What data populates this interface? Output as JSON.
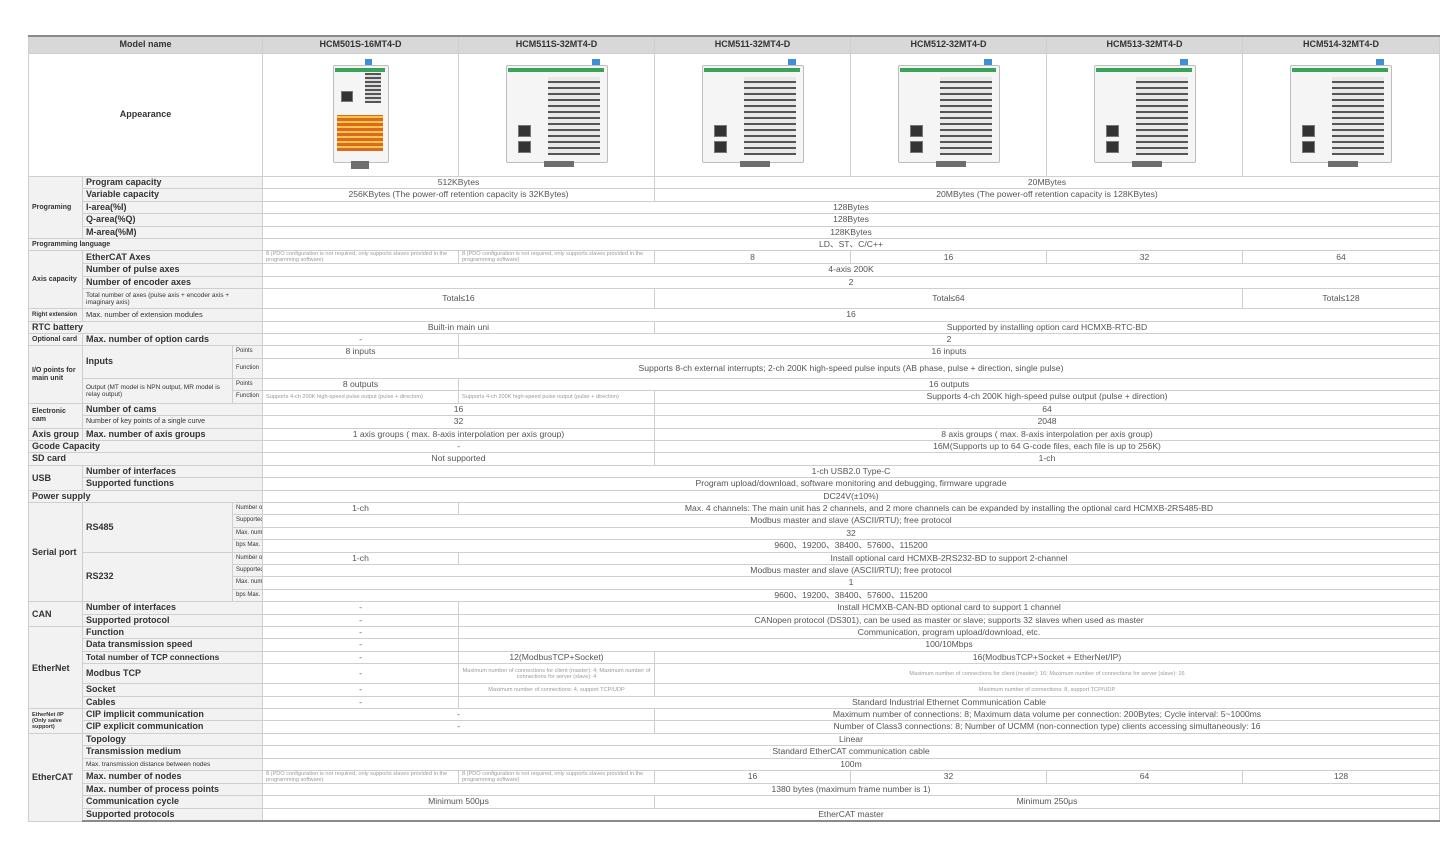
{
  "header": {
    "model_name": "Model name",
    "models": [
      "HCM501S-16MT4-D",
      "HCM511S-32MT4-D",
      "HCM511-32MT4-D",
      "HCM512-32MT4-D",
      "HCM513-32MT4-D",
      "HCM514-32MT4-D"
    ]
  },
  "appearance": {
    "label": "Appearance"
  },
  "groups": {
    "programing": "Programing",
    "prog_lang": "Programming language",
    "axis": "Axis capacity",
    "right_ext": "Right extension",
    "rtc": "RTC battery",
    "optional": "Optional card",
    "io": "I/O points for main unit",
    "ecam": "Electronic cam",
    "axis_group": "Axis group",
    "gcode": "Gcode Capacity",
    "sd": "SD card",
    "usb": "USB",
    "power": "Power supply",
    "serial": "Serial port",
    "can": "CAN",
    "ethernet": "EtherNet",
    "enip": "EtherNet /IP (Only salve support)",
    "ethercat": "EtherCAT"
  },
  "rows": {
    "program_capacity": {
      "label": "Program capacity",
      "a": "512KBytes",
      "b": "20MBytes"
    },
    "variable_capacity": {
      "label": "Variable capacity",
      "a": "256KBytes (The power-off retention capacity is 32KBytes)",
      "b": "20MBytes (The power-off retention capacity is 128KBytes)"
    },
    "i_area": {
      "label": "I-area(%I)",
      "v": "128Bytes"
    },
    "q_area": {
      "label": "Q-area(%Q)",
      "v": "128Bytes"
    },
    "m_area": {
      "label": "M-area(%M)",
      "v": "128KBytes"
    },
    "prog_lang": {
      "v": "LD、ST、C/C++"
    },
    "ethercat_axes": {
      "label": "EtherCAT Axes",
      "note": "8 (PDO configuration is not required, only supports slaves provided in the programming software)",
      "v3": "8",
      "v4": "16",
      "v5": "32",
      "v6": "64"
    },
    "pulse_axes": {
      "label": "Number of pulse axes",
      "v": "4-axis 200K"
    },
    "encoder_axes": {
      "label": "Number of encoder axes",
      "v": "2"
    },
    "total_axes": {
      "label": "Total number of axes (pulse axis + encoder axis + imaginary axis)",
      "a": "Total≤16",
      "b": "Total≤64",
      "c": "Total≤128"
    },
    "ext_modules": {
      "label": "Max. number of extension modules",
      "v": "16"
    },
    "rtc": {
      "a": "Built-in main uni",
      "b": "Supported by installing option card HCMXB-RTC-BD"
    },
    "option_cards": {
      "label": "Max. number of option cards",
      "a": "-",
      "b": "2"
    },
    "inputs": {
      "label": "Inputs",
      "points": "Points",
      "function": "Function",
      "pa": "8 inputs",
      "pb": "16 inputs",
      "f": "Supports 8-ch external interrupts; 2-ch 200K high-speed pulse inputs (AB phase, pulse + direction, single pulse)"
    },
    "outputs": {
      "label": "Output (MT model is NPN output, MR model is relay output)",
      "points": "Points",
      "function": "Function",
      "pa": "8 outputs",
      "pb": "16 outputs",
      "fa": "Supports 4-ch 200K high-speed pulse output (pulse + direction)",
      "fb": "Supports 4-ch 200K high-speed pulse output (pulse + direction)"
    },
    "cams": {
      "label": "Number of cams",
      "a": "16",
      "b": "64"
    },
    "key_points": {
      "label": "Number of key points of a single curve",
      "a": "32",
      "b": "2048"
    },
    "axis_groups": {
      "label": "Max. number of axis groups",
      "a": "1 axis groups ( max. 8-axis interpolation per axis group)",
      "b": "8 axis groups ( max. 8-axis interpolation per axis group)"
    },
    "gcode": {
      "a": "-",
      "b": "16M(Supports up to 64 G-code files, each file is up to 256K)"
    },
    "sd": {
      "a": "Not supported",
      "b": "1-ch"
    },
    "usb_if": {
      "label": "Number of interfaces",
      "v": "1-ch USB2.0 Type-C"
    },
    "usb_fn": {
      "label": "Supported functions",
      "v": "Program upload/download, software monitoring and debugging, firmware upgrade"
    },
    "power": {
      "v": "DC24V(±10%)"
    },
    "rs485": {
      "label": "RS485",
      "if_label": "Number of interfaces",
      "if_a": "1-ch",
      "if_b": "Max. 4 channels: The main unit has 2 channels, and 2 more channels can be expanded by installing the optional card HCMXB-2RS485-BD",
      "proto_label": "Supported protocol",
      "proto": "Modbus master and slave (ASCII/RTU); free protocol",
      "slaves_label": "Max. number of slaves",
      "slaves": "32",
      "bps_label": "bps Max. number of slaves",
      "bps": "9600、19200、38400、57600、115200"
    },
    "rs232": {
      "label": "RS232",
      "if_label": "Number of interfaces",
      "if_a": "1-ch",
      "if_b": "Install optional card HCMXB-2RS232-BD to support 2-channel",
      "proto_label": "Supported protocol",
      "proto": "Modbus master and slave (ASCII/RTU); free protocol",
      "slaves_label": "Max. number of slaves",
      "slaves": "1",
      "bps_label": "bps Max. number of slaves",
      "bps": "9600、19200、38400、57600、115200"
    },
    "can_if": {
      "label": "Number of interfaces",
      "a": "-",
      "b": "Install HCMXB-CAN-BD optional card to support 1 channel"
    },
    "can_proto": {
      "label": "Supported protocol",
      "a": "-",
      "b": "CANopen protocol (DS301), can be used as master or slave; supports 32 slaves when used as master"
    },
    "eth_fn": {
      "label": "Function",
      "a": "-",
      "b": "Communication, program upload/download, etc."
    },
    "eth_speed": {
      "label": "Data transmission speed",
      "a": "-",
      "b": "100/10Mbps"
    },
    "eth_tcp": {
      "label": "Total number of TCP connections",
      "a": "-",
      "b": "12(ModbusTCP+Socket)",
      "c": "16(ModbusTCP+Socket + EtherNet/IP)"
    },
    "modbus_tcp": {
      "label": "Modbus TCP",
      "a": "-",
      "b": "Maximum number of connections for client (master): 4; Maximum number of connections for server (slave): 4",
      "c": "Maximum number of connections for client (master): 16; Maximum number of connections for server (slave): 16"
    },
    "socket": {
      "label": "Socket",
      "a": "-",
      "b": "Maximum number of connections: 4, support TCP/UDP",
      "c": "Maximum number of connections: 8, support TCP/UDP"
    },
    "cables": {
      "label": "Cables",
      "a": "-",
      "b": "Standard Industrial Ethernet Communication Cable"
    },
    "cip_imp": {
      "label": "CIP implicit communication",
      "a": "-",
      "b": "Maximum number of connections: 8; Maximum data volume per connection: 200Bytes; Cycle interval: 5~1000ms"
    },
    "cip_exp": {
      "label": "CIP explicit communication",
      "a": "-",
      "b": "Number of Class3 connections: 8; Number of UCMM (non-connection type) clients accessing simultaneously: 16"
    },
    "topology": {
      "label": "Topology",
      "v": "Linear"
    },
    "medium": {
      "label": "Transmission medium",
      "v": "Standard EtherCAT communication cable"
    },
    "distance": {
      "label": "Max. transmission distance between nodes",
      "v": "100m"
    },
    "nodes": {
      "label": "Max. number of nodes",
      "note": "8 (PDO configuration is not required, only supports slaves provided in the programming software)",
      "v3": "16",
      "v4": "32",
      "v5": "64",
      "v6": "128"
    },
    "process_points": {
      "label": "Max. number of process points",
      "v": "1380 bytes (maximum frame number is 1)"
    },
    "cycle": {
      "label": "Communication cycle",
      "a": "Minimum 500μs",
      "b": "Minimum 250μs"
    },
    "protocols": {
      "label": "Supported protocols",
      "v": "EtherCAT master"
    }
  }
}
